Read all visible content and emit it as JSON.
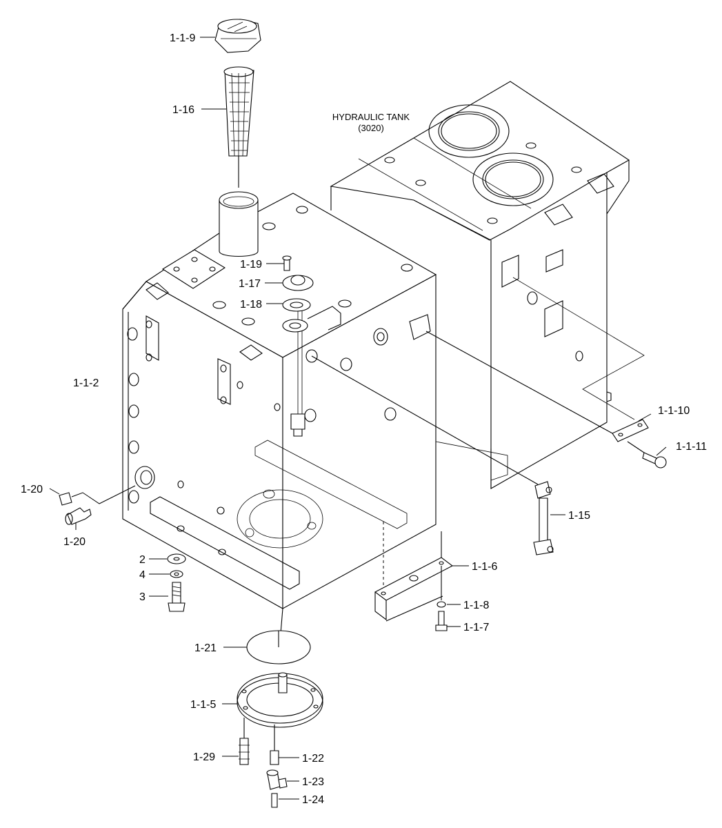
{
  "diagram": {
    "tank_title": "HYDRAULIC TANK",
    "tank_code": "(3020)",
    "labels": {
      "p_1_1_9": "1-1-9",
      "p_1_16": "1-16",
      "p_1_19": "1-19",
      "p_1_17": "1-17",
      "p_1_18": "1-18",
      "p_1_1_2": "1-1-2",
      "p_1_20a": "1-20",
      "p_1_20b": "1-20",
      "p_2": "2",
      "p_4": "4",
      "p_3": "3",
      "p_1_21": "1-21",
      "p_1_1_5": "1-1-5",
      "p_1_29": "1-29",
      "p_1_22": "1-22",
      "p_1_23": "1-23",
      "p_1_24": "1-24",
      "p_1_1_10": "1-1-10",
      "p_1_1_11": "1-1-11",
      "p_1_15": "1-15",
      "p_1_1_6": "1-1-6",
      "p_1_1_8": "1-1-8",
      "p_1_1_7": "1-1-7"
    }
  }
}
